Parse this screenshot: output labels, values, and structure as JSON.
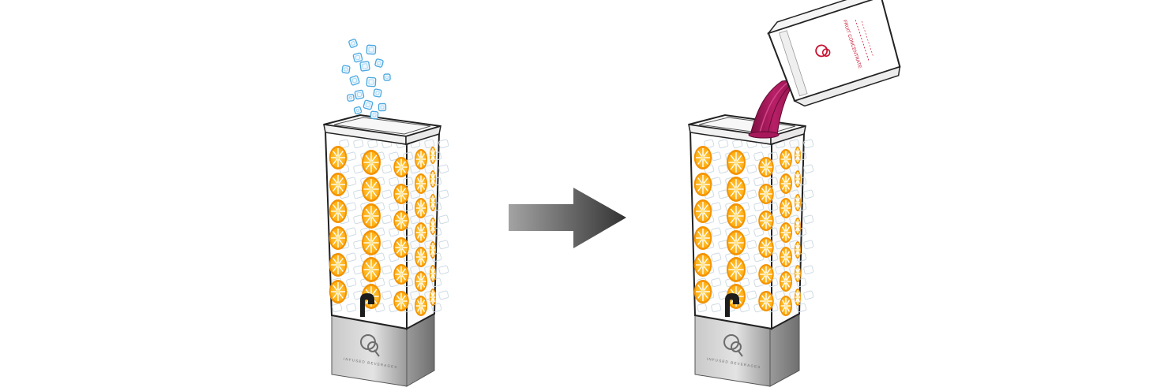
{
  "diagram": {
    "steps": [
      {
        "id": "step-1",
        "action": "add-ice",
        "brand_text": "INFUSED BEVERAGES"
      },
      {
        "id": "step-2",
        "action": "pour-concentrate",
        "brand_text": "INFUSED BEVERAGES",
        "package_text": "FRUIT CONCENTRATE"
      }
    ],
    "arrow": {
      "direction": "right"
    }
  },
  "colors": {
    "orange_rind": "#f39200",
    "orange_flesh": "#ffb21c",
    "orange_segment_line": "#ffffff",
    "ice_outline": "#4aa7e0",
    "base_light": "#d6d6d6",
    "base_dark": "#8f8f8f",
    "concentrate": "#a8195b",
    "container_outline": "#222222",
    "arrow_dark": "#3f3f3f",
    "arrow_light": "#a0a0a0",
    "package_print": "#c8102e"
  }
}
